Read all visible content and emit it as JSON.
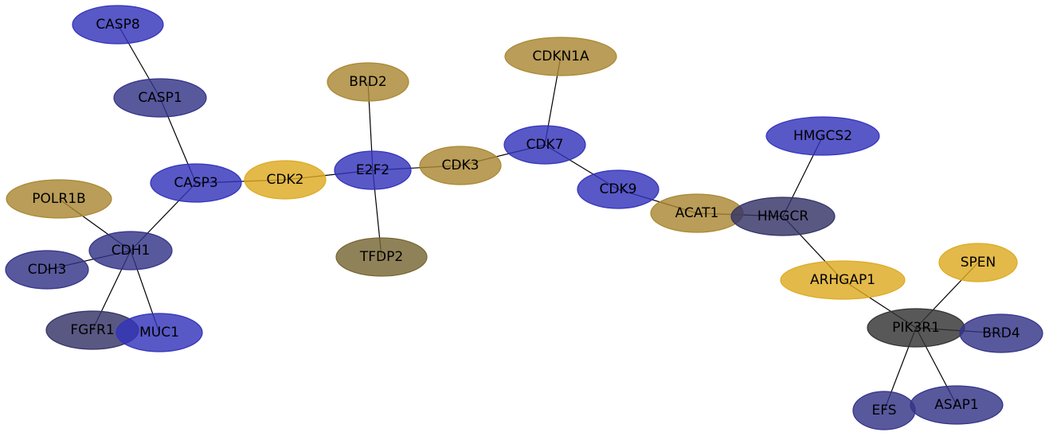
{
  "network": {
    "colors": {
      "blue": "#3333bb",
      "slate": "#333388",
      "gold": "#aa8833",
      "yellow": "#ddaa22",
      "olive": "#776633",
      "dark_slate": "#333366",
      "gray": "#333333"
    },
    "nodes": [
      {
        "id": "CASP8",
        "label": "CASP8",
        "color": "blue"
      },
      {
        "id": "CASP1",
        "label": "CASP1",
        "color": "slate"
      },
      {
        "id": "CASP3",
        "label": "CASP3",
        "color": "blue"
      },
      {
        "id": "CDK2",
        "label": "CDK2",
        "color": "yellow"
      },
      {
        "id": "E2F2",
        "label": "E2F2",
        "color": "blue"
      },
      {
        "id": "BRD2",
        "label": "BRD2",
        "color": "gold"
      },
      {
        "id": "TFDP2",
        "label": "TFDP2",
        "color": "olive"
      },
      {
        "id": "CDK3",
        "label": "CDK3",
        "color": "gold"
      },
      {
        "id": "CDKN1A",
        "label": "CDKN1A",
        "color": "gold"
      },
      {
        "id": "CDK7",
        "label": "CDK7",
        "color": "blue"
      },
      {
        "id": "CDK9",
        "label": "CDK9",
        "color": "blue"
      },
      {
        "id": "ACAT1",
        "label": "ACAT1",
        "color": "gold"
      },
      {
        "id": "HMGCR",
        "label": "HMGCR",
        "color": "dark_slate"
      },
      {
        "id": "HMGCS2",
        "label": "HMGCS2",
        "color": "blue"
      },
      {
        "id": "ARHGAP1",
        "label": "ARHGAP1",
        "color": "yellow"
      },
      {
        "id": "PIK3R1",
        "label": "PIK3R1",
        "color": "gray"
      },
      {
        "id": "SPEN",
        "label": "SPEN",
        "color": "yellow"
      },
      {
        "id": "BRD4",
        "label": "BRD4",
        "color": "slate"
      },
      {
        "id": "EFS",
        "label": "EFS",
        "color": "slate"
      },
      {
        "id": "ASAP1",
        "label": "ASAP1",
        "color": "slate"
      },
      {
        "id": "POLR1B",
        "label": "POLR1B",
        "color": "gold"
      },
      {
        "id": "CDH1",
        "label": "CDH1",
        "color": "slate"
      },
      {
        "id": "CDH3",
        "label": "CDH3",
        "color": "slate"
      },
      {
        "id": "FGFR1",
        "label": "FGFR1",
        "color": "dark_slate"
      },
      {
        "id": "MUC1",
        "label": "MUC1",
        "color": "blue"
      }
    ],
    "edges": [
      [
        "CASP8",
        "CASP1"
      ],
      [
        "CASP1",
        "CASP3"
      ],
      [
        "CASP3",
        "CDK2"
      ],
      [
        "CASP3",
        "CDH1"
      ],
      [
        "CDK2",
        "E2F2"
      ],
      [
        "E2F2",
        "BRD2"
      ],
      [
        "E2F2",
        "TFDP2"
      ],
      [
        "E2F2",
        "CDK3"
      ],
      [
        "CDK3",
        "CDK7"
      ],
      [
        "CDK7",
        "CDKN1A"
      ],
      [
        "CDK7",
        "CDK9"
      ],
      [
        "CDK9",
        "ACAT1"
      ],
      [
        "ACAT1",
        "HMGCR"
      ],
      [
        "HMGCR",
        "HMGCS2"
      ],
      [
        "HMGCR",
        "ARHGAP1"
      ],
      [
        "ARHGAP1",
        "PIK3R1"
      ],
      [
        "PIK3R1",
        "SPEN"
      ],
      [
        "PIK3R1",
        "BRD4"
      ],
      [
        "PIK3R1",
        "EFS"
      ],
      [
        "PIK3R1",
        "ASAP1"
      ],
      [
        "CDH1",
        "POLR1B"
      ],
      [
        "CDH1",
        "CDH3"
      ],
      [
        "CDH1",
        "FGFR1"
      ],
      [
        "CDH1",
        "MUC1"
      ]
    ]
  }
}
